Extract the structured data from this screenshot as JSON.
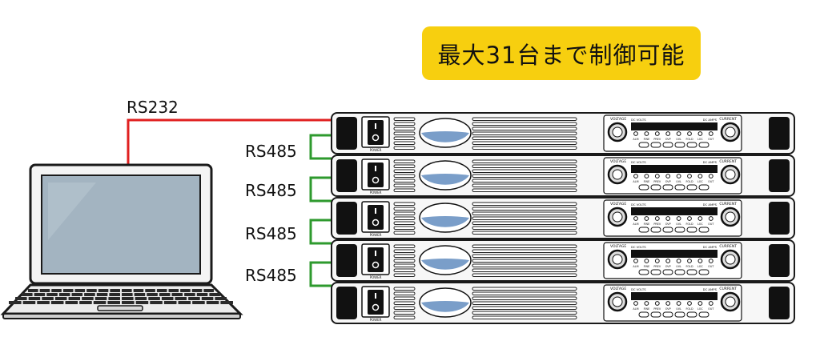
{
  "callout": {
    "text": "最大31台まで制御可能"
  },
  "links": {
    "rs232_label": "RS232",
    "rs485_labels": [
      "RS485",
      "RS485",
      "RS485",
      "RS485"
    ]
  },
  "unit": {
    "count": 5,
    "voltage_label": "VOLTAGE",
    "current_label": "CURRENT",
    "power_label": "POWER",
    "volts_label": "DC VOLTS",
    "amps_label": "DC AMPS",
    "buttons": [
      "ALM",
      "FINE",
      "PREV",
      "OVP",
      "UVL",
      "FOLD",
      "LOC",
      "OUT"
    ]
  },
  "colors": {
    "rs232_cable": "#e02020",
    "rs485_cable": "#2e9a2e",
    "callout_bg": "#f7cf0f",
    "laptop_screen": "#a3b4c1",
    "display_window": "#7a9ec9"
  }
}
